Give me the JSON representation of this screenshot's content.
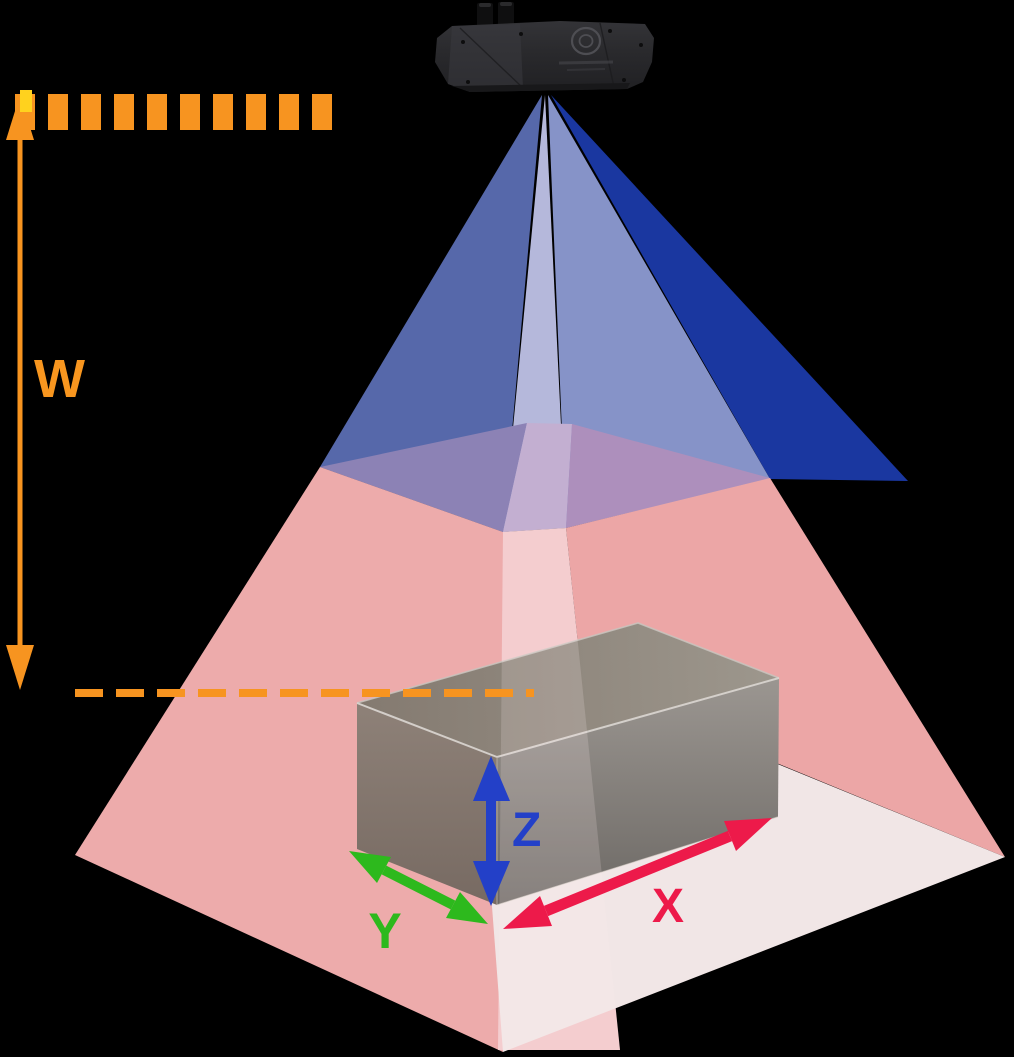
{
  "scene": {
    "background_color": "#000000",
    "camera_device": {
      "name": "3d-scanner-camera",
      "body_color": "#2b2b2e",
      "connector_color": "#111111"
    },
    "measurement": {
      "working_distance_label": "W",
      "working_distance_color": "#f8961f",
      "dashed_reference_color": "#f79420",
      "tick_highlight_color": "#ffd21e"
    },
    "axes": {
      "x": {
        "label": "X",
        "color": "#ed1a4a"
      },
      "y": {
        "label": "Y",
        "color": "#2db91d"
      },
      "z": {
        "label": "Z",
        "color": "#2340c8"
      }
    },
    "fov": {
      "near_pyramid": {
        "front_left_face": "#5668aa",
        "front_right_face": "#8693c8",
        "right_side_face": "#1a37a0",
        "front_edge_band": "#b5b8db"
      },
      "overlap_tint": {
        "left": "#8c82b5",
        "band": "#c3afd1",
        "right": "#ad8fbc"
      },
      "far_pyramid": {
        "left_face": "#edabab",
        "right_face": "#eca6a6",
        "center_band": "#f2c6c9",
        "ground_plane": "#f1e6e6"
      }
    },
    "scan_object": {
      "name": "measured-box",
      "top_face": "#948c82",
      "left_face": "#8e8178",
      "right_face": "#9a9591"
    }
  }
}
